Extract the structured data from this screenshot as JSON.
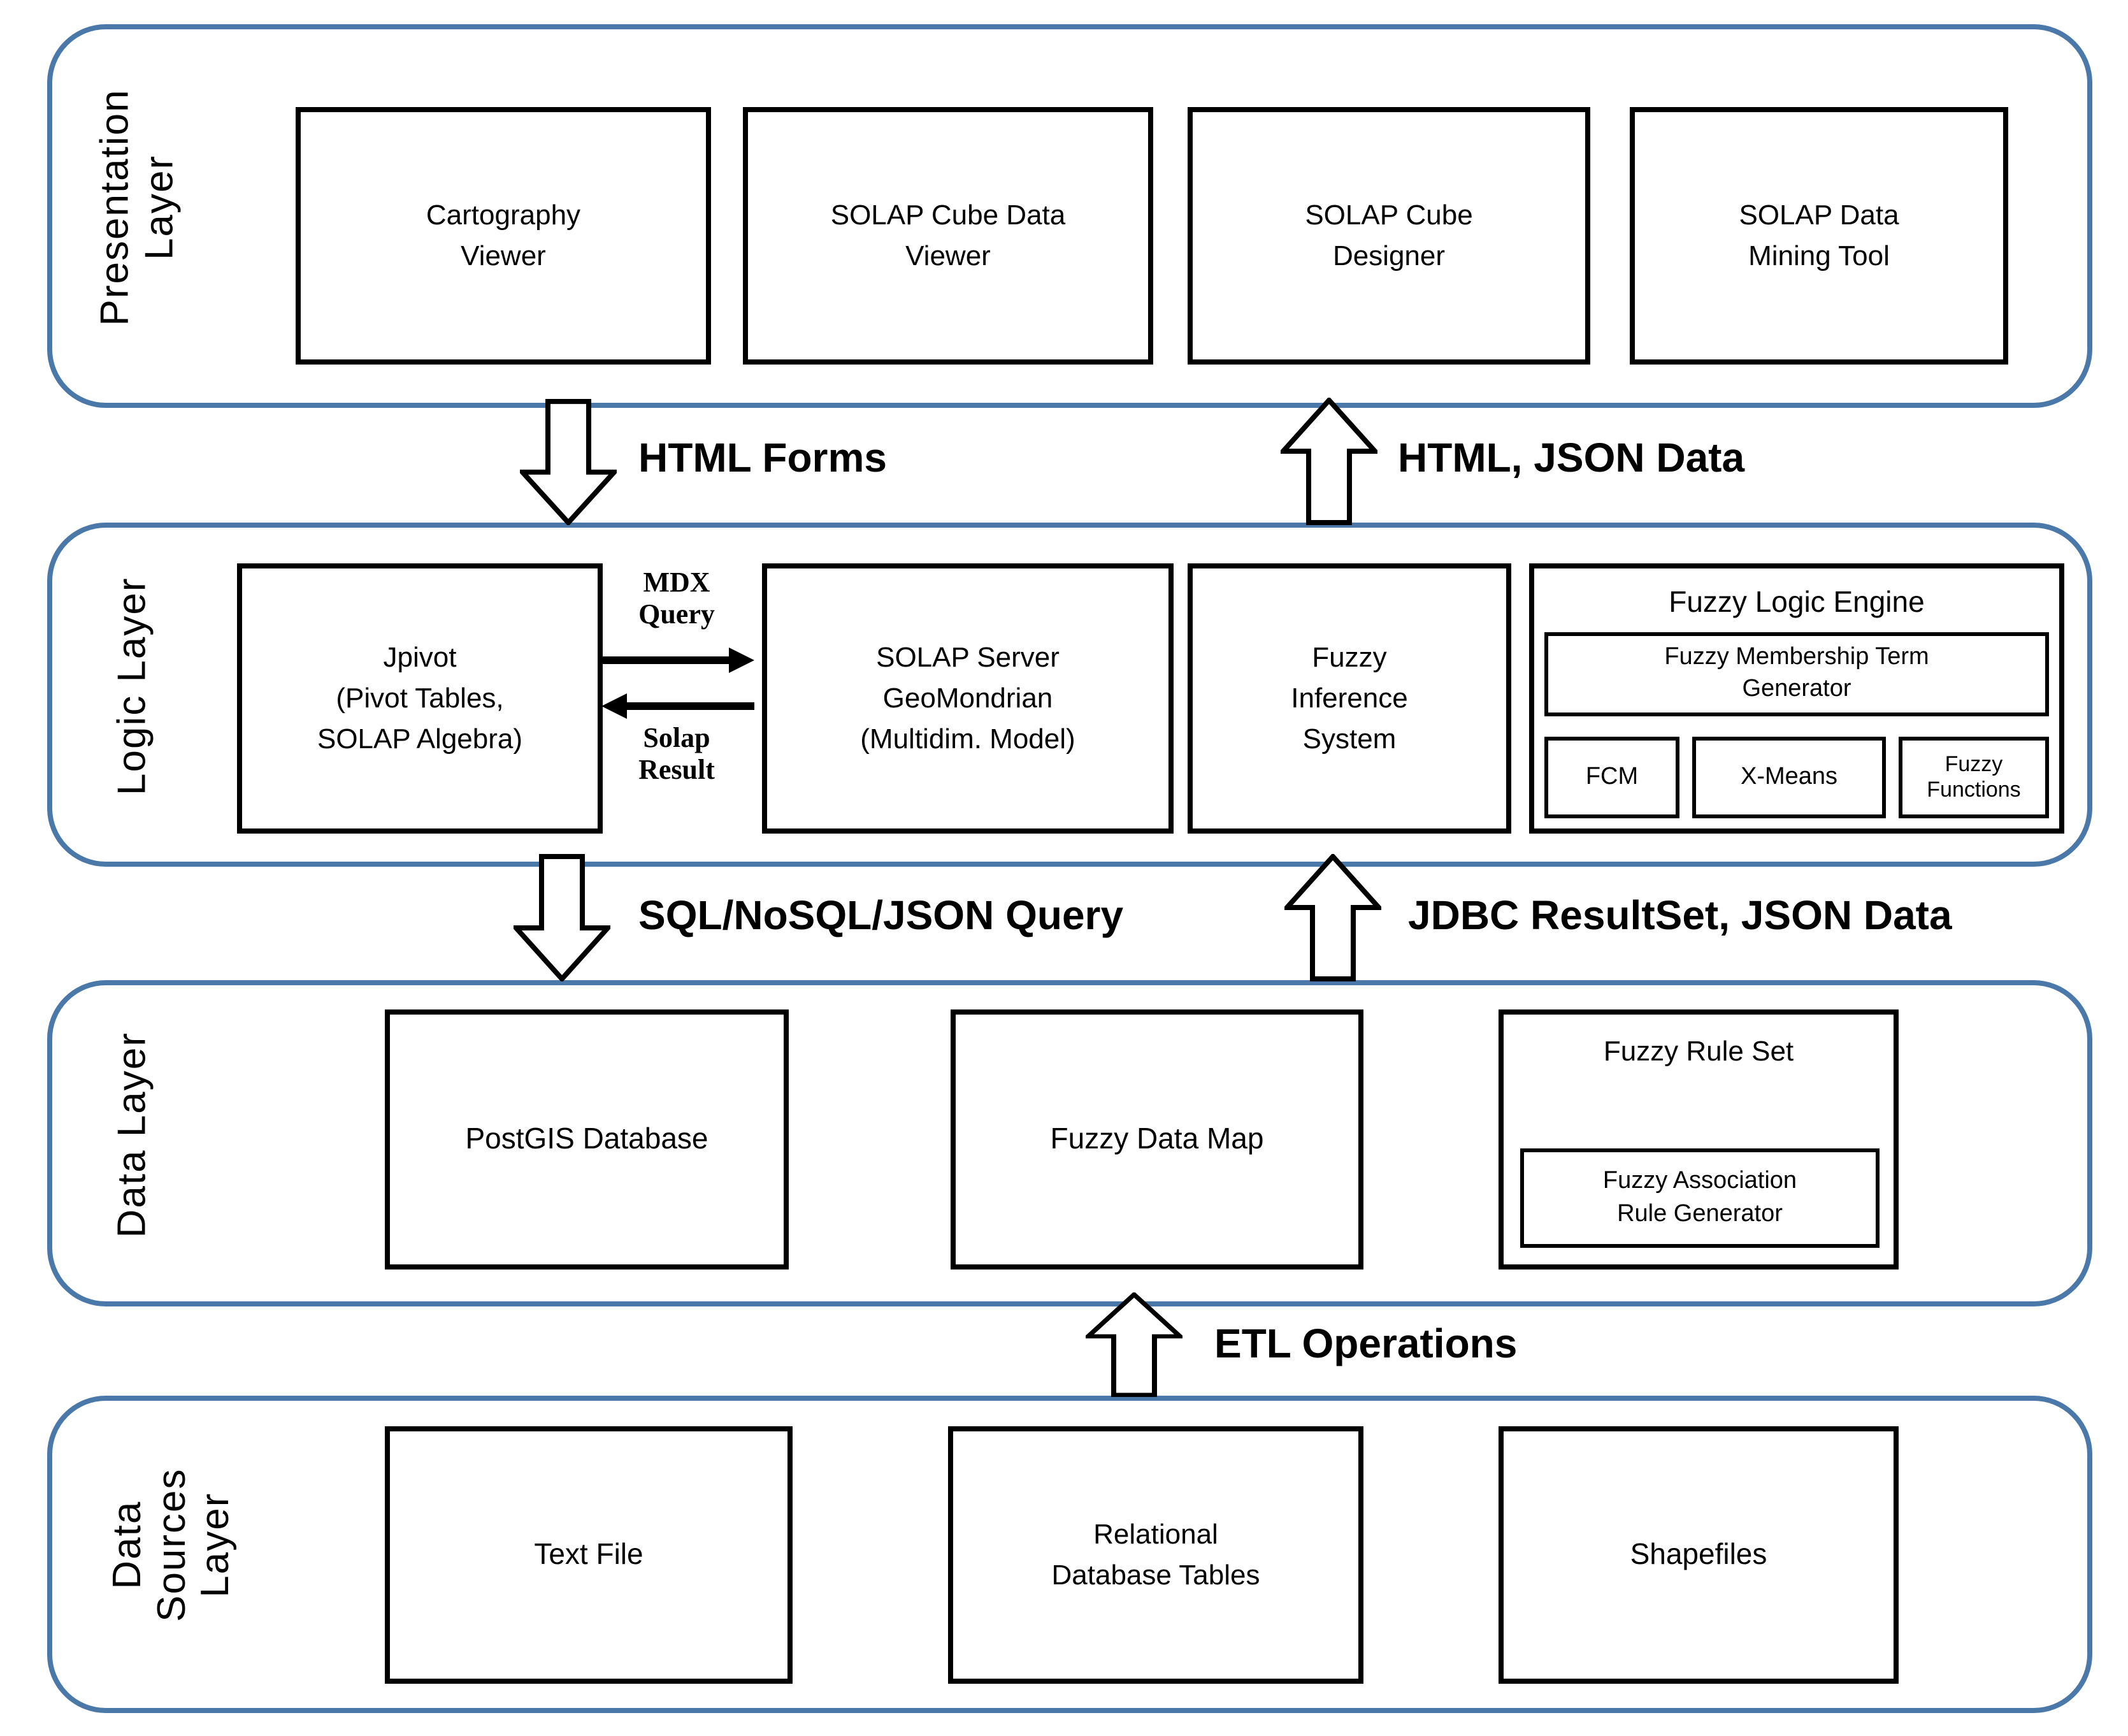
{
  "colors": {
    "band_border": "#4a78a8",
    "box_border": "#000000",
    "arrow_fill": "#ffffff",
    "text": "#000000"
  },
  "presentation": {
    "label": "Presentation\nLayer",
    "boxes": {
      "cartography": "Cartography\nViewer",
      "cube_data_viewer": "SOLAP Cube Data\nViewer",
      "cube_designer": "SOLAP Cube\nDesigner",
      "mining_tool": "SOLAP Data\nMining Tool"
    }
  },
  "logic": {
    "label": "Logic Layer",
    "jpivot": "Jpivot\n(Pivot Tables,\nSOLAP Algebra)",
    "solap_server": "SOLAP Server\nGeoMondrian\n(Multidim. Model)",
    "fuzzy_inference": "Fuzzy\nInference\nSystem",
    "engine": {
      "title": "Fuzzy Logic Engine",
      "membership": "Fuzzy Membership Term\nGenerator",
      "fcm": "FCM",
      "xmeans": "X-Means",
      "fuzzy_functions": "Fuzzy\nFunctions"
    }
  },
  "data_layer": {
    "label": "Data Layer",
    "postgis": "PostGIS Database",
    "fuzzy_map": "Fuzzy Data Map",
    "rule_set_title": "Fuzzy Rule Set",
    "rule_generator": "Fuzzy Association\nRule Generator"
  },
  "sources": {
    "label": "Data\nSources\nLayer",
    "text_file": "Text File",
    "relational": "Relational\nDatabase Tables",
    "shapefiles": "Shapefiles"
  },
  "flows": {
    "html_forms": "HTML Forms",
    "html_json": "HTML, JSON Data",
    "mdx_query": "MDX\nQuery",
    "solap_result": "Solap\nResult",
    "sql_query": "SQL/NoSQL/JSON Query",
    "jdbc_result": "JDBC ResultSet, JSON Data",
    "etl": "ETL Operations"
  }
}
